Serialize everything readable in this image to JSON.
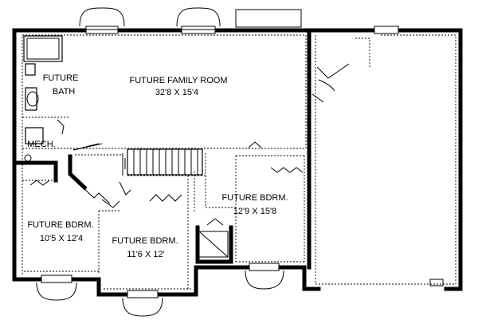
{
  "rooms": [
    {
      "id": "family",
      "name": "FUTURE FAMILY ROOM",
      "dims": "32'8 X 15'4"
    },
    {
      "id": "bath",
      "name_line1": "FUTURE",
      "name_line2": "BATH"
    },
    {
      "id": "mech",
      "name": "MECH."
    },
    {
      "id": "bdrm_right",
      "name": "FUTURE BDRM.",
      "dims": "12'9 X 15'8"
    },
    {
      "id": "bdrm_left",
      "name": "FUTURE BDRM.",
      "dims": "10'5 X 12'4"
    },
    {
      "id": "bdrm_center",
      "name": "FUTURE BDRM.",
      "dims": "11'6 X 12'"
    }
  ]
}
